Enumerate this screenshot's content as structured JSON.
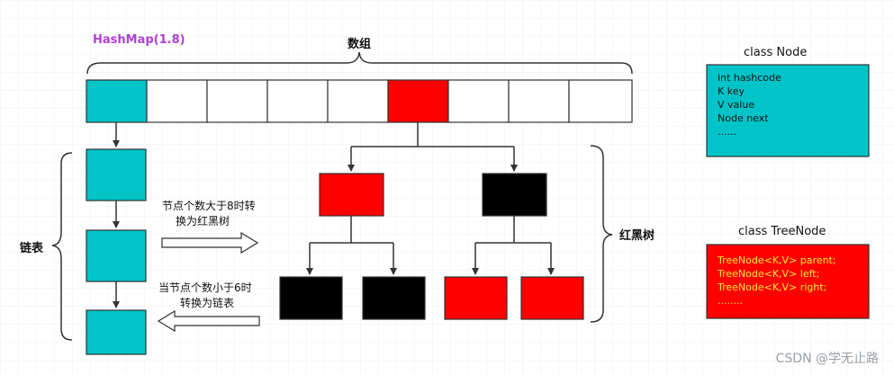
{
  "title": "HashMap(1.8)",
  "array_label": "数组",
  "linked_list_label": "链表",
  "rbtree_label": "红黑树",
  "to_tree_note": [
    "节点个数大于8时转",
    "换为红黑树"
  ],
  "to_list_note": [
    "当节点个数小于6时",
    "转换为链表"
  ],
  "node_class": {
    "title": "class Node",
    "fields": [
      "int hashcode",
      "K key",
      "V value",
      "Node next",
      "......"
    ]
  },
  "treenode_class": {
    "title": "class TreeNode",
    "fields": [
      "TreeNode<K,V> parent;",
      "TreeNode<K,V> left;",
      "TreeNode<K,V> right;",
      "........"
    ]
  },
  "watermark": "CSDN @学无止路",
  "colors": {
    "teal": "#00c4c8",
    "red": "#ff0000",
    "black": "#000000",
    "title_purple": "#b13fd4",
    "treenode_text": "#ffee33",
    "grid": "#eef0f2"
  }
}
